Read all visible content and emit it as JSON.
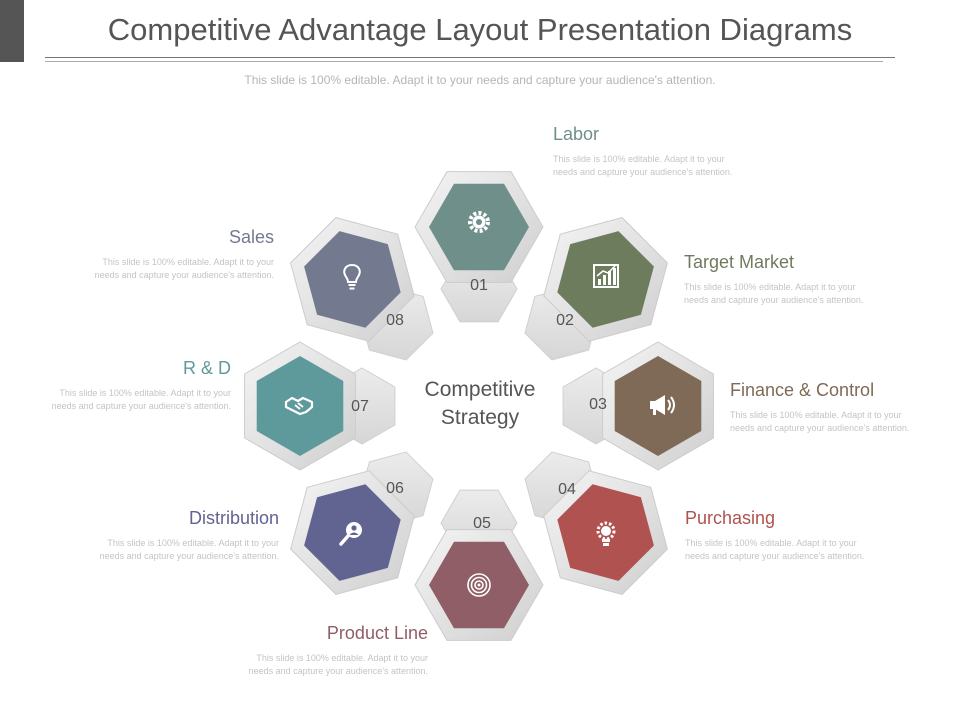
{
  "header": {
    "title": "Competitive Advantage Layout Presentation Diagrams",
    "subtitle": "This slide is 100% editable. Adapt it to your needs and capture your audience's attention."
  },
  "center": {
    "line1": "Competitive",
    "line2": "Strategy"
  },
  "description": "This slide is 100% editable. Adapt it to your needs and capture your audience's attention.",
  "colors": {
    "labor": "#6f8f8a",
    "target_market": "#6e7c5e",
    "finance_control": "#7f6a57",
    "purchasing": "#b0524f",
    "product_line": "#8f5e66",
    "distribution": "#616491",
    "rd": "#5e9a9c",
    "sales": "#737a8f",
    "text_gray": "#555555"
  },
  "items": [
    {
      "number": "01",
      "title": "Labor",
      "icon": "gear-icon"
    },
    {
      "number": "02",
      "title": "Target Market",
      "icon": "bar-chart-icon"
    },
    {
      "number": "03",
      "title": "Finance & Control",
      "icon": "megaphone-icon"
    },
    {
      "number": "04",
      "title": "Purchasing",
      "icon": "lightbulb-gear-icon"
    },
    {
      "number": "05",
      "title": "Product Line",
      "icon": "target-icon"
    },
    {
      "number": "06",
      "title": "Distribution",
      "icon": "magnifier-person-icon"
    },
    {
      "number": "07",
      "title": "R & D",
      "icon": "handshake-icon"
    },
    {
      "number": "08",
      "title": "Sales",
      "icon": "lightbulb-icon"
    }
  ]
}
